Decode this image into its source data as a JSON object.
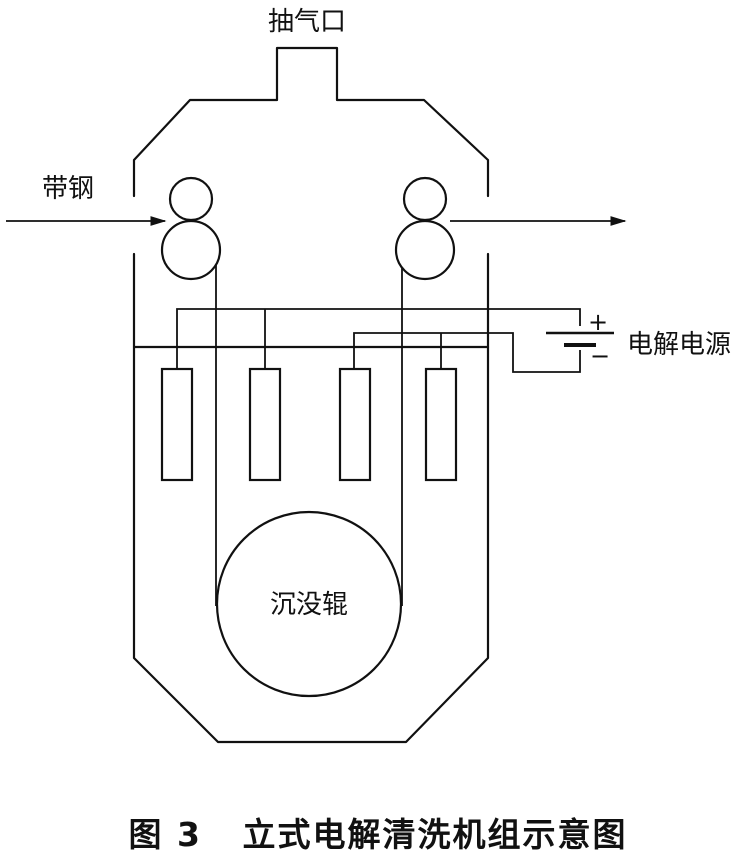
{
  "labels": {
    "exhaust_port": "抽气口",
    "steel_strip": "带钢",
    "power_source": "电解电源",
    "plus": "+",
    "minus": "−",
    "sink_roll": "沉没辊"
  },
  "caption": {
    "number": "图 3",
    "title": "立式电解清洗机组示意图"
  }
}
